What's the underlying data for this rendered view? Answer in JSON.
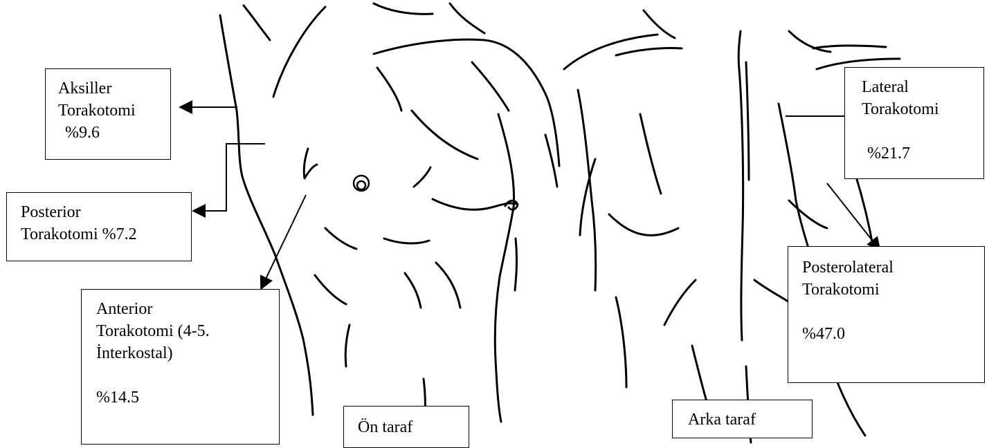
{
  "labels": {
    "aksiller": {
      "name": [
        "Aksiller",
        "Torakotomi"
      ],
      "percent": "%9.6"
    },
    "posterior": {
      "name": [
        "Posterior",
        "Torakotomi %7.2"
      ]
    },
    "anterior": {
      "name": [
        "Anterior",
        "Torakotomi (4-5.",
        "İnterkostal)"
      ],
      "percent": "%14.5"
    },
    "lateral": {
      "name": [
        "Lateral",
        "Torakotomi"
      ],
      "percent": "%21.7"
    },
    "posterolateral": {
      "name": [
        "Posterolateral",
        "Torakotomi"
      ],
      "percent": "%47.0"
    },
    "front_view": "Ön taraf",
    "back_view": "Arka taraf"
  },
  "colors": {
    "line": "#000000",
    "background": "#ffffff"
  }
}
